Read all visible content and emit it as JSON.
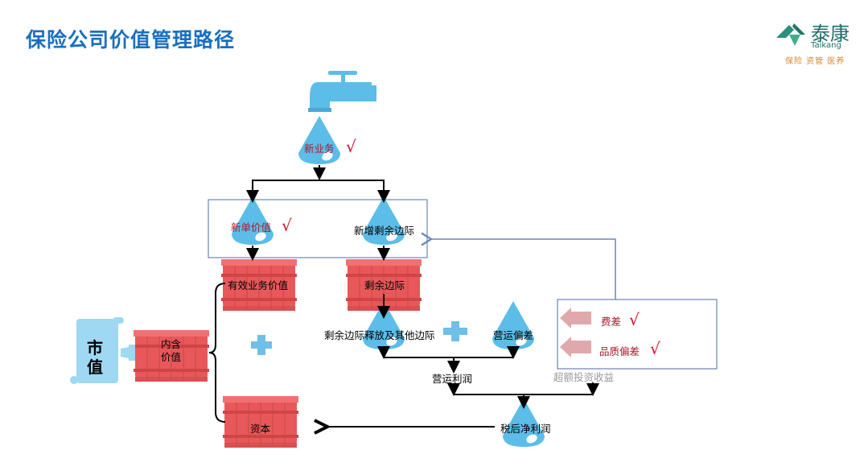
{
  "title": "保险公司价值管理路径",
  "logo": {
    "name_cn": "泰康",
    "name_en": "Taikang",
    "tagline": "保险 资管 医养",
    "colors": {
      "mark": "#2a8f7e",
      "tagline": "#d9862c"
    }
  },
  "colors": {
    "title": "#1a6fc0",
    "drop": "#5bbde8",
    "barrel": "#e8585a",
    "check": "#d0102a",
    "box_border": "#6a86b6",
    "scroll": "#9ed8f3"
  },
  "nodes": {
    "faucet": "tap",
    "new_business": "新业务",
    "new_business_value": "新单价值",
    "new_csm": "新增剩余边际",
    "in_force_value": "有效业务价值",
    "csm": "剩余边际",
    "embedded_value": "内含价值",
    "capital": "资本",
    "market_value": "市值",
    "csm_release": "剩余边际释放及其他边际",
    "operating_variance": "营运偏差",
    "operating_profit": "营运利润",
    "excess_investment_return": "超额投资收益",
    "net_profit": "税后净利润",
    "expense_variance": "费差",
    "quality_variance": "品质偏差"
  },
  "checkmark": "√"
}
